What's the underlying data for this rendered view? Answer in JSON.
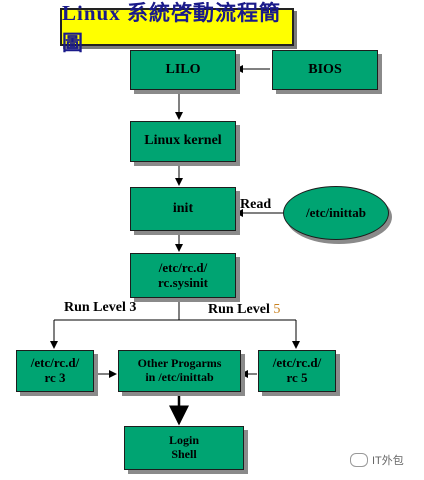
{
  "title": "Linux 系統啓動流程簡圖",
  "nodes": {
    "lilo": "LILO",
    "bios": "BIOS",
    "kernel": "Linux kernel",
    "init": "init",
    "inittab": "/etc/inittab",
    "sysinit_line1": "/etc/rc.d/",
    "sysinit_line2": "rc.sysinit",
    "rc3_line1": "/etc/rc.d/",
    "rc3_line2": "rc 3",
    "other_line1": "Other Progarms",
    "other_line2": "in /etc/inittab",
    "rc5_line1": "/etc/rc.d/",
    "rc5_line2": "rc 5",
    "login_line1": "Login",
    "login_line2": "Shell"
  },
  "labels": {
    "read": "Read",
    "run_level_3": "Run Level 3",
    "run_level_5_text": "Run Level",
    "run_level_5_num": "5"
  },
  "watermark": "IT外包",
  "colors": {
    "box_fill": "#00a472",
    "title_fill": "#ffff00",
    "title_text": "#1a1a8a",
    "accent_number": "#c8801e"
  }
}
